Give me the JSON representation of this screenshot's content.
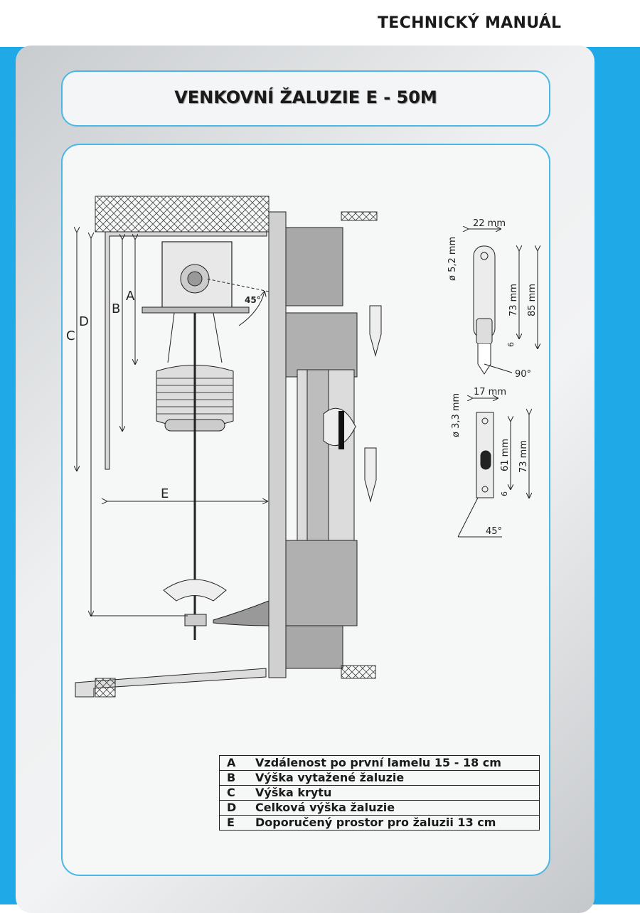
{
  "header": {
    "title": "TECHNICKÝ MANUÁL"
  },
  "page_title": "VENKOVNÍ ŽALUZIE E - 50M",
  "drawing": {
    "labels": {
      "a": "A",
      "b": "B",
      "c": "C",
      "d": "D",
      "e": "E",
      "angle_45": "45°"
    },
    "detail_top": {
      "width": "22 mm",
      "hole": "ø 5,2 mm",
      "h1": "73 mm",
      "h2": "85 mm",
      "small": "6",
      "angle": "90°"
    },
    "detail_bottom": {
      "width": "17 mm",
      "hole": "ø 3,3 mm",
      "h1": "61 mm",
      "h2": "73 mm",
      "small": "6",
      "angle": "45°"
    }
  },
  "legend": [
    {
      "key": "A",
      "text": "Vzdálenost po první lamelu  15 - 18 cm"
    },
    {
      "key": "B",
      "text": "Výška vytažené žaluzie"
    },
    {
      "key": "C",
      "text": "Výška krytu"
    },
    {
      "key": "D",
      "text": "Celková výška žaluzie"
    },
    {
      "key": "E",
      "text": "Doporučený prostor pro žaluzii 13 cm"
    }
  ]
}
